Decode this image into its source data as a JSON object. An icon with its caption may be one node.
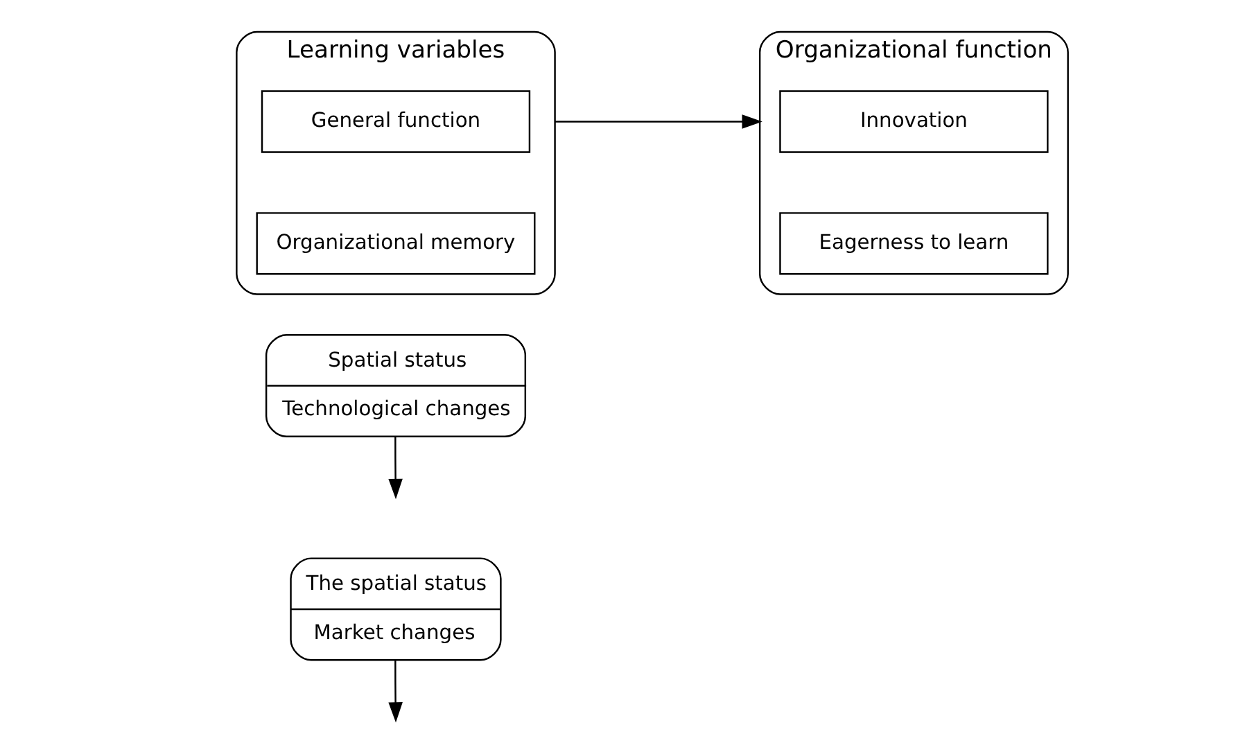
{
  "diagram": {
    "nodes": [
      {
        "text": [
          "Spatial status",
          "Technological changes"
        ]
      },
      {
        "text": [
          "Learning variables"
        ]
      },
      {
        "text": [
          "General function"
        ],
        "in": 1
      },
      {
        "text": [
          "Organizational memory"
        ],
        "in": 1
      },
      {
        "text": [
          "Organizational function"
        ]
      },
      {
        "text": [
          "Innovation"
        ],
        "in": 4
      },
      {
        "text": [
          "Eagerness to learn"
        ],
        "in": 4
      },
      {
        "text": [
          "The spatial status",
          "Market changes"
        ]
      }
    ],
    "edges": [
      {
        "from": 1,
        "to": 4,
        "arrow": "to"
      },
      {
        "from": 0,
        "to": null,
        "arrow": "to"
      },
      {
        "from": 7,
        "to": null,
        "arrow": "to"
      }
    ]
  }
}
